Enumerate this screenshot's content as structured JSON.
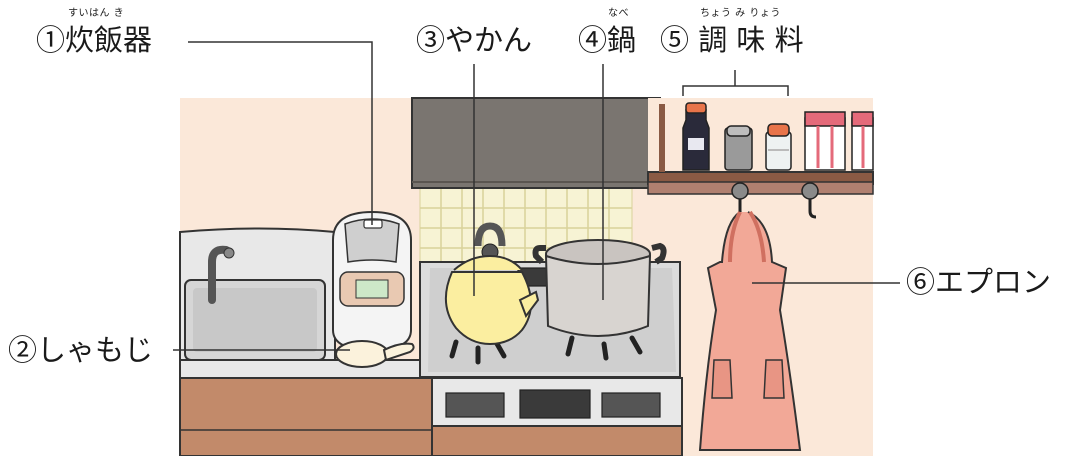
{
  "labels": {
    "rice_cooker": {
      "text": "①炊飯器",
      "ruby": "すいはん き"
    },
    "rice_paddle": {
      "text": "②しゃもじ"
    },
    "kettle": {
      "text": "③やかん"
    },
    "pot": {
      "text": "④鍋",
      "ruby": "なべ"
    },
    "seasonings": {
      "text": "⑤ 調 味 料",
      "ruby": "ちょう み りょう"
    },
    "apron": {
      "text": "⑥エプロン"
    }
  },
  "colors": {
    "wall": "#fbe8d9",
    "tile": "#f7f3d4",
    "tile_line": "#d9d29a",
    "hood": "#7a7570",
    "shelf": "#8a5a44",
    "counter_top": "#e8e8e8",
    "counter_front": "#c28a6a",
    "stove": "#dcdcdc",
    "kettle": "#fbeea0",
    "pot": "#d8d4d0",
    "apron": "#f2a897",
    "line": "#333333"
  }
}
